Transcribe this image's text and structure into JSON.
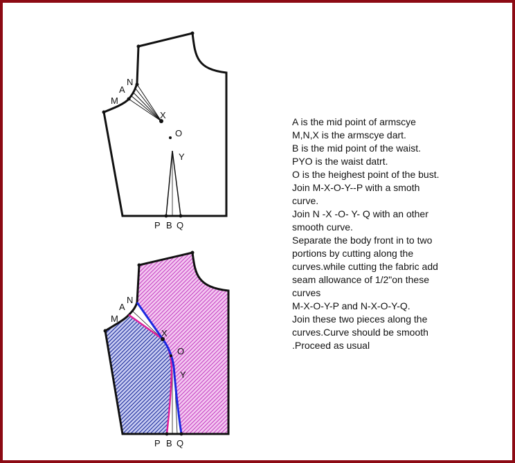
{
  "labels": {
    "A": "A",
    "M": "M",
    "N": "N",
    "X": "X",
    "O": "O",
    "Y": "Y",
    "P": "P",
    "B": "B",
    "Q": "Q"
  },
  "colors": {
    "frame": "#8c0a14",
    "front_piece_fill": "#cc44cc",
    "side_piece_fill": "#1a2a9a",
    "curve_mxoyp": "#e0209a",
    "curve_nxoyq": "#1a2ae0"
  },
  "notes": [
    "A is the mid point of armscye",
    "M,N,X is the armscye dart.",
    "B is the mid point of the waist.",
    "PYO is the waist datrt.",
    "O is the heighest point of the bust.",
    "Join M-X-O-Y--P with a smoth",
    "curve.",
    "Join N -X -O- Y- Q with an other",
    "smooth curve.",
    "Separate the body front in to two",
    "portions by cutting along the",
    "curves.while cutting the fabric add",
    "seam allowance of 1/2\"on these",
    "curves",
    "M-X-O-Y-P and N-X-O-Y-Q.",
    "Join these two pieces along the",
    "curves.Curve should be smooth",
    ".Proceed as usual"
  ]
}
